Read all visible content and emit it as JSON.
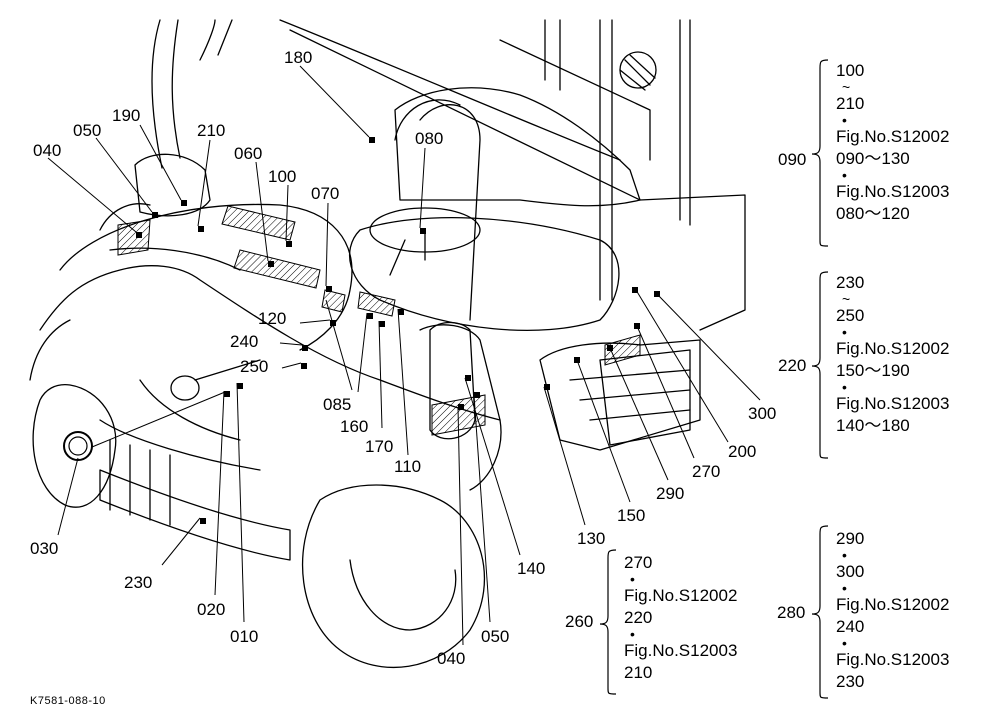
{
  "callouts": {
    "c010": "010",
    "c020": "020",
    "c030": "030",
    "c040a": "040",
    "c040b": "040",
    "c050a": "050",
    "c050b": "050",
    "c060": "060",
    "c070": "070",
    "c080": "080",
    "c085": "085",
    "c100": "100",
    "c110": "110",
    "c120": "120",
    "c130": "130",
    "c140": "140",
    "c150": "150",
    "c160": "160",
    "c170": "170",
    "c180": "180",
    "c190": "190",
    "c200": "200",
    "c210": "210",
    "c230": "230",
    "c240": "240",
    "c250": "250",
    "c270": "270",
    "c290": "290",
    "c300": "300"
  },
  "groups": {
    "g090": {
      "label": "090",
      "lines": [
        "100",
        "~",
        "210",
        "•",
        "Fig.No.S12002",
        "090～130",
        "•",
        "Fig.No.S12003",
        "080～120"
      ]
    },
    "g220": {
      "label": "220",
      "lines": [
        "230",
        "~",
        "250",
        "•",
        "Fig.No.S12002",
        "150～190",
        "•",
        "Fig.No.S12003",
        "140～180"
      ]
    },
    "g260": {
      "label": "260",
      "lines": [
        "270",
        "•",
        "Fig.No.S12002",
        "220",
        "•",
        "Fig.No.S12003",
        "210"
      ]
    },
    "g280": {
      "label": "280",
      "lines": [
        "290",
        "•",
        "300",
        "•",
        "Fig.No.S12002",
        "240",
        "•",
        "Fig.No.S12003",
        "230"
      ]
    }
  },
  "figure_code": "K7581-088-10"
}
